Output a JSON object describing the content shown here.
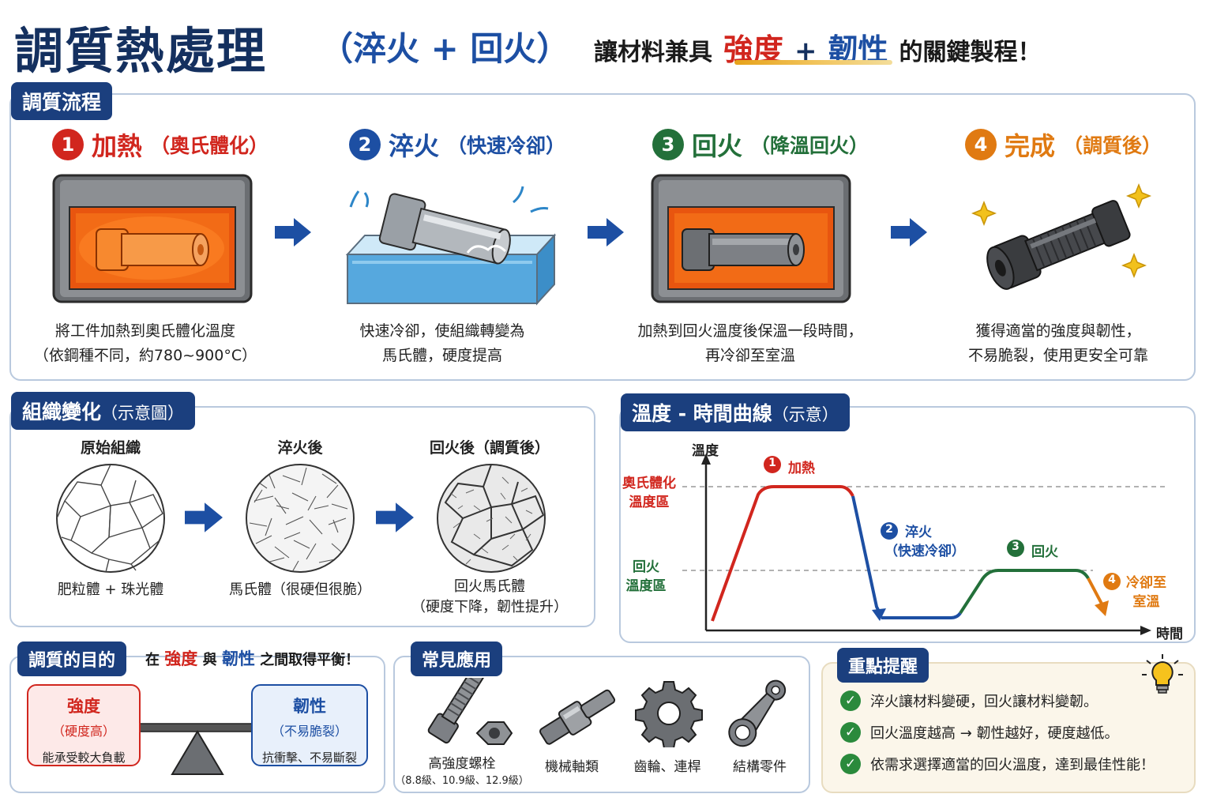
{
  "header": {
    "title": "調質熱處理",
    "subtitle": "（淬火 + 回火）",
    "tagline_pre": "讓材料兼具",
    "tagline_strength": "強度",
    "tagline_plus": "+",
    "tagline_toughness": "韌性",
    "tagline_post": "的關鍵製程！"
  },
  "process": {
    "title": "調質流程",
    "steps": [
      {
        "num": "1",
        "label": "加熱",
        "sub": "（奧氏體化）",
        "color": "#d1261e",
        "desc1": "將工件加熱到奧氏體化溫度",
        "desc2": "（依鋼種不同，約780~900°C）"
      },
      {
        "num": "2",
        "label": "淬火",
        "sub": "（快速冷卻）",
        "color": "#1d4fa3",
        "desc1": "快速冷卻，使組織轉變為",
        "desc2": "馬氏體，硬度提高"
      },
      {
        "num": "3",
        "label": "回火",
        "sub": "（降溫回火）",
        "color": "#23703a",
        "desc1": "加熱到回火溫度後保溫一段時間，",
        "desc2": "再冷卻至室溫"
      },
      {
        "num": "4",
        "label": "完成",
        "sub": "（調質後）",
        "color": "#e07a12",
        "desc1": "獲得適當的強度與韌性，",
        "desc2": "不易脆裂，使用更安全可靠"
      }
    ]
  },
  "structure": {
    "title": "組織變化",
    "title_sub": "（示意圖）",
    "items": [
      {
        "label": "原始組織",
        "caption1": "肥粒體 + 珠光體",
        "caption2": ""
      },
      {
        "label": "淬火後",
        "caption1": "馬氏體（很硬但很脆）",
        "caption2": ""
      },
      {
        "label": "回火後（調質後）",
        "caption1": "回火馬氏體",
        "caption2": "（硬度下降，韌性提升）"
      }
    ]
  },
  "chart": {
    "title": "溫度 - 時間曲線",
    "title_sub": "（示意）",
    "ylabel": "溫度",
    "xlabel": "時間",
    "austenite_zone_1": "奧氏體化",
    "austenite_zone_2": "溫度區",
    "temper_zone_1": "回火",
    "temper_zone_2": "溫度區",
    "annotations": [
      {
        "num": "1",
        "text1": "加熱",
        "text2": "",
        "color": "#d1261e"
      },
      {
        "num": "2",
        "text1": "淬火",
        "text2": "（快速冷卻）",
        "color": "#1d4fa3"
      },
      {
        "num": "3",
        "text1": "回火",
        "text2": "",
        "color": "#23703a"
      },
      {
        "num": "4",
        "text1": "冷卻至",
        "text2": "室溫",
        "color": "#e07a12"
      }
    ]
  },
  "purpose": {
    "title": "調質的目的",
    "sub_pre": "在",
    "sub_strength": "強度",
    "sub_mid": "與",
    "sub_toughness": "韌性",
    "sub_post": "之間取得平衡！",
    "strength": {
      "t1": "強度",
      "t2": "（硬度高）",
      "t3": "能承受較大負載",
      "color": "#d1261e"
    },
    "toughness": {
      "t1": "韌性",
      "t2": "（不易脆裂）",
      "t3": "抗衝擊、不易斷裂",
      "color": "#1d4fa3"
    }
  },
  "apps": {
    "title": "常見應用",
    "items": [
      {
        "label1": "高強度螺栓",
        "label2": "（8.8級、10.9級、12.9級）"
      },
      {
        "label1": "機械軸類",
        "label2": ""
      },
      {
        "label1": "齒輪、連桿",
        "label2": ""
      },
      {
        "label1": "結構零件",
        "label2": ""
      }
    ]
  },
  "reminders": {
    "title": "重點提醒",
    "items": [
      "淬火讓材料變硬，回火讓材料變韌。",
      "回火溫度越高 → 韌性越好，硬度越低。",
      "依需求選擇適當的回火溫度，達到最佳性能！"
    ]
  }
}
